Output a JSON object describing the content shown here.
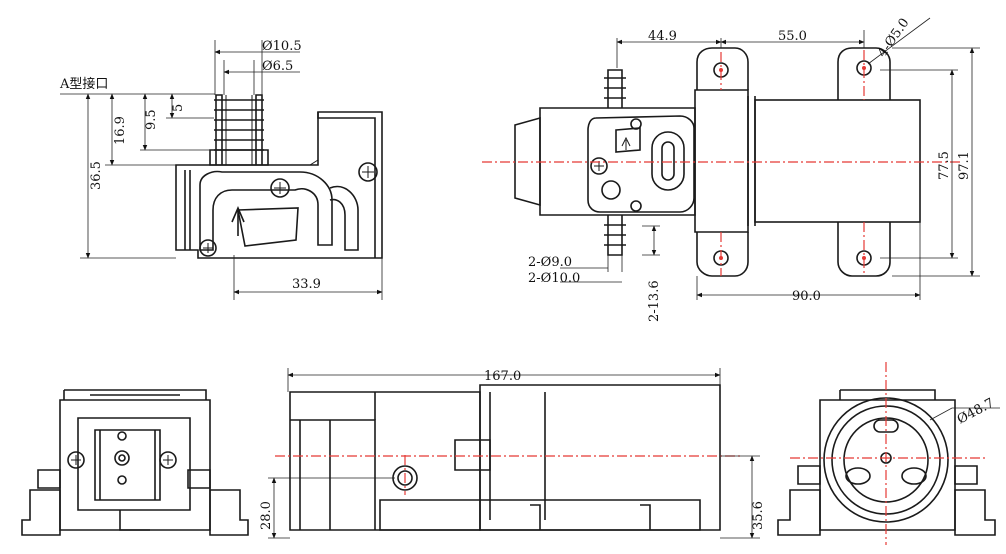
{
  "labels": {
    "port_type": "A型接口",
    "d_outer": "Ø10.5",
    "d_inner": "Ø6.5",
    "h_9_5": "9.5",
    "h_5": "5",
    "h_16_9": "16.9",
    "h_36_5": "36.5",
    "w_33_9": "33.9",
    "w_44_9": "44.9",
    "w_55_0": "55.0",
    "holes_4": "4-Ø5.0",
    "h_77_5": "77.5",
    "h_97_1": "97.1",
    "port_d9": "2-Ø9.0",
    "port_d10": "2-Ø10.0",
    "port_h13_6": "2-13.6",
    "w_90_0": "90.0",
    "len_167": "167.0",
    "h_28_0": "28.0",
    "h_35_6": "35.6",
    "d_48_7": "Ø48.7"
  },
  "colors": {
    "centerline": "#e53935",
    "line": "#1a1a1a"
  }
}
